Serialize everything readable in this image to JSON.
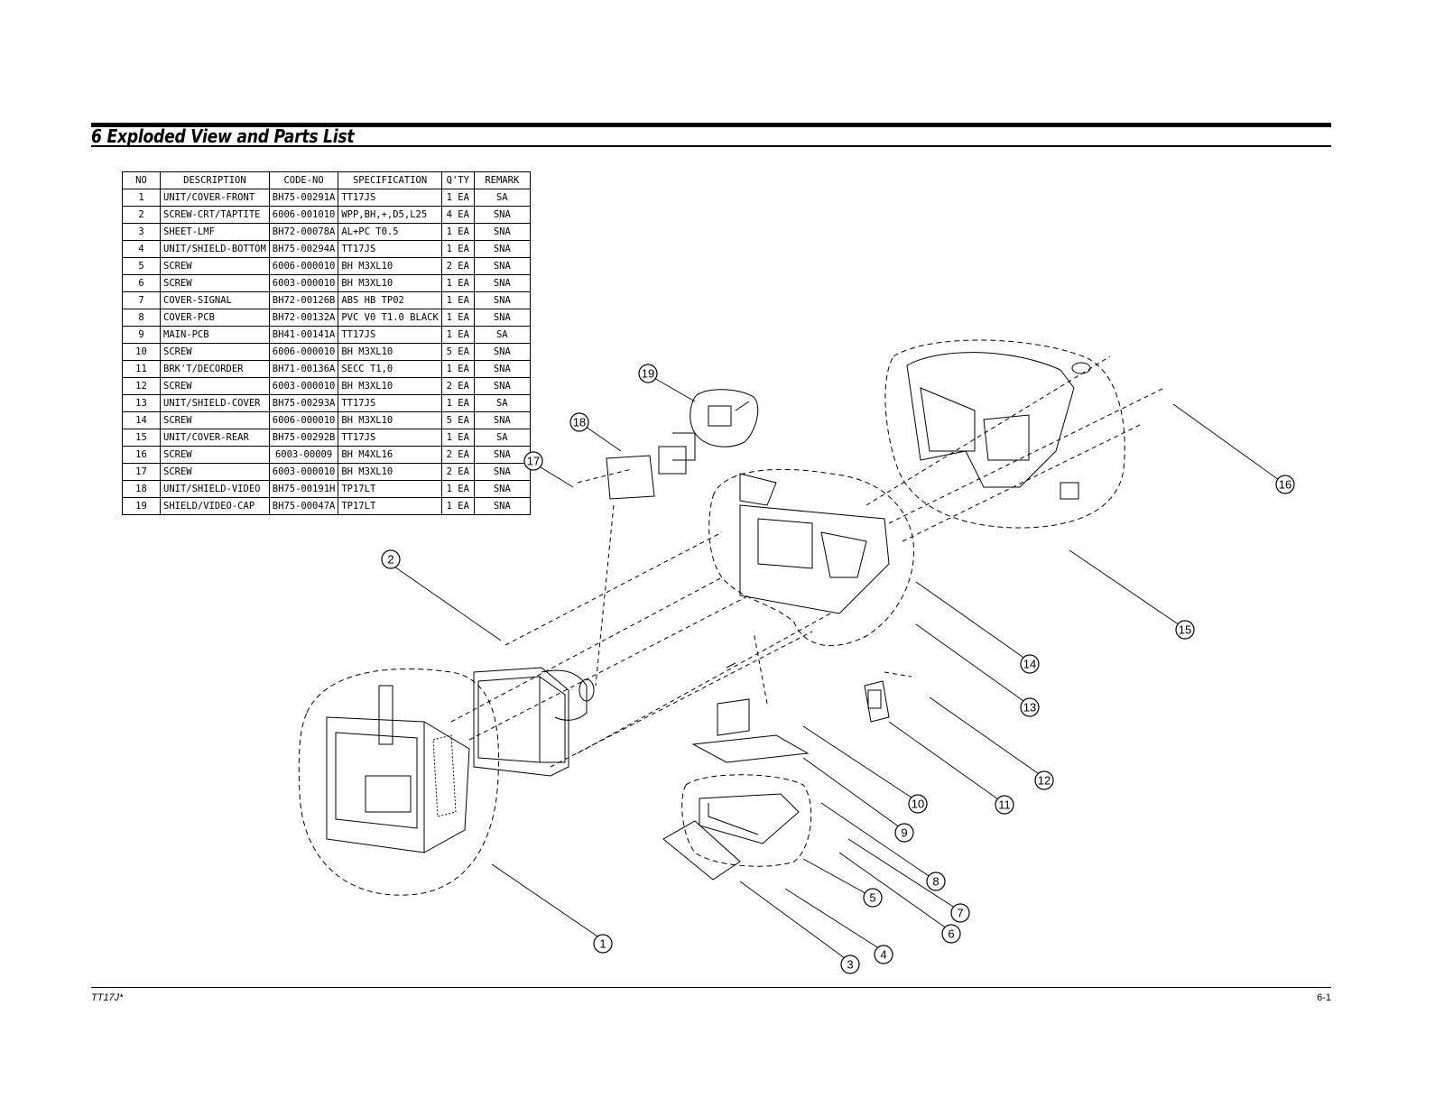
{
  "title": "6 Exploded View and Parts List",
  "table": {
    "headers": [
      "NO",
      "DESCRIPTION",
      "CODE-NO",
      "SPECIFICATION",
      "Q'TY",
      "REMARK"
    ],
    "rows": [
      [
        "1",
        "UNIT/COVER-FRONT",
        "BH75-00291A",
        "TT17JS",
        "1 EA",
        "SA"
      ],
      [
        "2",
        "SCREW-CRT/TAPTITE",
        "6006-001010",
        "WPP,BH,+,D5,L25",
        "4 EA",
        "SNA"
      ],
      [
        "3",
        "SHEET-LMF",
        "BH72-00078A",
        "AL+PC T0.5",
        "1 EA",
        "SNA"
      ],
      [
        "4",
        "UNIT/SHIELD-BOTTOM",
        "BH75-00294A",
        "TT17JS",
        "1 EA",
        "SNA"
      ],
      [
        "5",
        "SCREW",
        "6006-000010",
        "BH M3XL10",
        "2 EA",
        "SNA"
      ],
      [
        "6",
        "SCREW",
        "6003-000010",
        "BH M3XL10",
        "1 EA",
        "SNA"
      ],
      [
        "7",
        "COVER-SIGNAL",
        "BH72-00126B",
        "ABS HB TP02",
        "1 EA",
        "SNA"
      ],
      [
        "8",
        "COVER-PCB",
        "BH72-00132A",
        "PVC V0 T1.0 BLACK",
        "1 EA",
        "SNA"
      ],
      [
        "9",
        "MAIN-PCB",
        "BH41-00141A",
        "TT17JS",
        "1 EA",
        "SA"
      ],
      [
        "10",
        "SCREW",
        "6006-000010",
        "BH M3XL10",
        "5 EA",
        "SNA"
      ],
      [
        "11",
        "BRK'T/DECORDER",
        "BH71-00136A",
        "SECC T1,0",
        "1 EA",
        "SNA"
      ],
      [
        "12",
        "SCREW",
        "6003-000010",
        "BH M3XL10",
        "2 EA",
        "SNA"
      ],
      [
        "13",
        "UNIT/SHIELD-COVER",
        "BH75-00293A",
        "TT17JS",
        "1 EA",
        "SA"
      ],
      [
        "14",
        "SCREW",
        "6006-000010",
        "BH M3XL10",
        "5 EA",
        "SNA"
      ],
      [
        "15",
        "UNIT/COVER-REAR",
        "BH75-00292B",
        "TT17JS",
        "1 EA",
        "SA"
      ],
      [
        "16",
        "SCREW",
        "6003-00009",
        "BH M4XL16",
        "2 EA",
        "SNA"
      ],
      [
        "17",
        "SCREW",
        "6003-000010",
        "BH M3XL10",
        "2 EA",
        "SNA"
      ],
      [
        "18",
        "UNIT/SHIELD-VIDEO",
        "BH75-00191H",
        "TP17LT",
        "1 EA",
        "SNA"
      ],
      [
        "19",
        "SHIELD/VIDEO-CAP",
        "BH75-00047A",
        "TP17LT",
        "1 EA",
        "SNA"
      ]
    ]
  },
  "callouts": [
    "1",
    "2",
    "3",
    "4",
    "5",
    "6",
    "7",
    "8",
    "9",
    "10",
    "11",
    "12",
    "13",
    "14",
    "15",
    "16",
    "17",
    "18",
    "19"
  ],
  "footer": {
    "model": "TT17J*",
    "page": "6-1"
  }
}
